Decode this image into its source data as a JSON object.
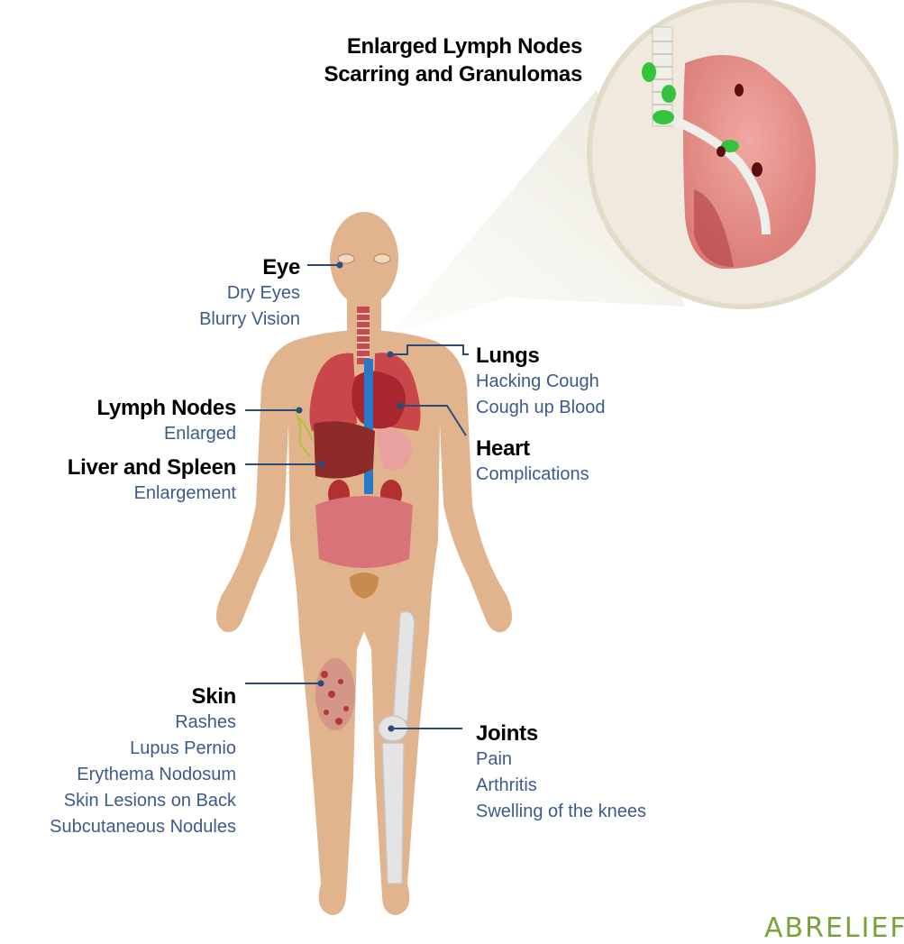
{
  "zoom_callout": {
    "title_line1": "Enlarged Lymph Nodes",
    "title_line2": "Scarring and Granulomas"
  },
  "labels": {
    "eye": {
      "title": "Eye",
      "items": [
        "Dry Eyes",
        "Blurry Vision"
      ]
    },
    "lymph_nodes": {
      "title": "Lymph Nodes",
      "items": [
        "Enlarged"
      ]
    },
    "liver_spleen": {
      "title": "Liver and Spleen",
      "items": [
        "Enlargement"
      ]
    },
    "skin": {
      "title": "Skin",
      "items": [
        "Rashes",
        "Lupus Pernio",
        "Erythema Nodosum",
        "Skin Lesions on Back",
        "Subcutaneous Nodules"
      ]
    },
    "lungs": {
      "title": "Lungs",
      "items": [
        "Hacking Cough",
        "Cough up Blood"
      ]
    },
    "heart": {
      "title": "Heart",
      "items": [
        "Complications"
      ]
    },
    "joints": {
      "title": "Joints",
      "items": [
        "Pain",
        "Arthritis",
        "Swelling of the knees"
      ]
    }
  },
  "brand": {
    "text": "ABRELIEF"
  },
  "colors": {
    "label_text": "#3c5a8c",
    "leader_line": "#2c4a7a",
    "skin": "#e1b48d",
    "lung": "#c9474a",
    "lymph_node": "#35c23c",
    "brand": "#7aa23a"
  }
}
